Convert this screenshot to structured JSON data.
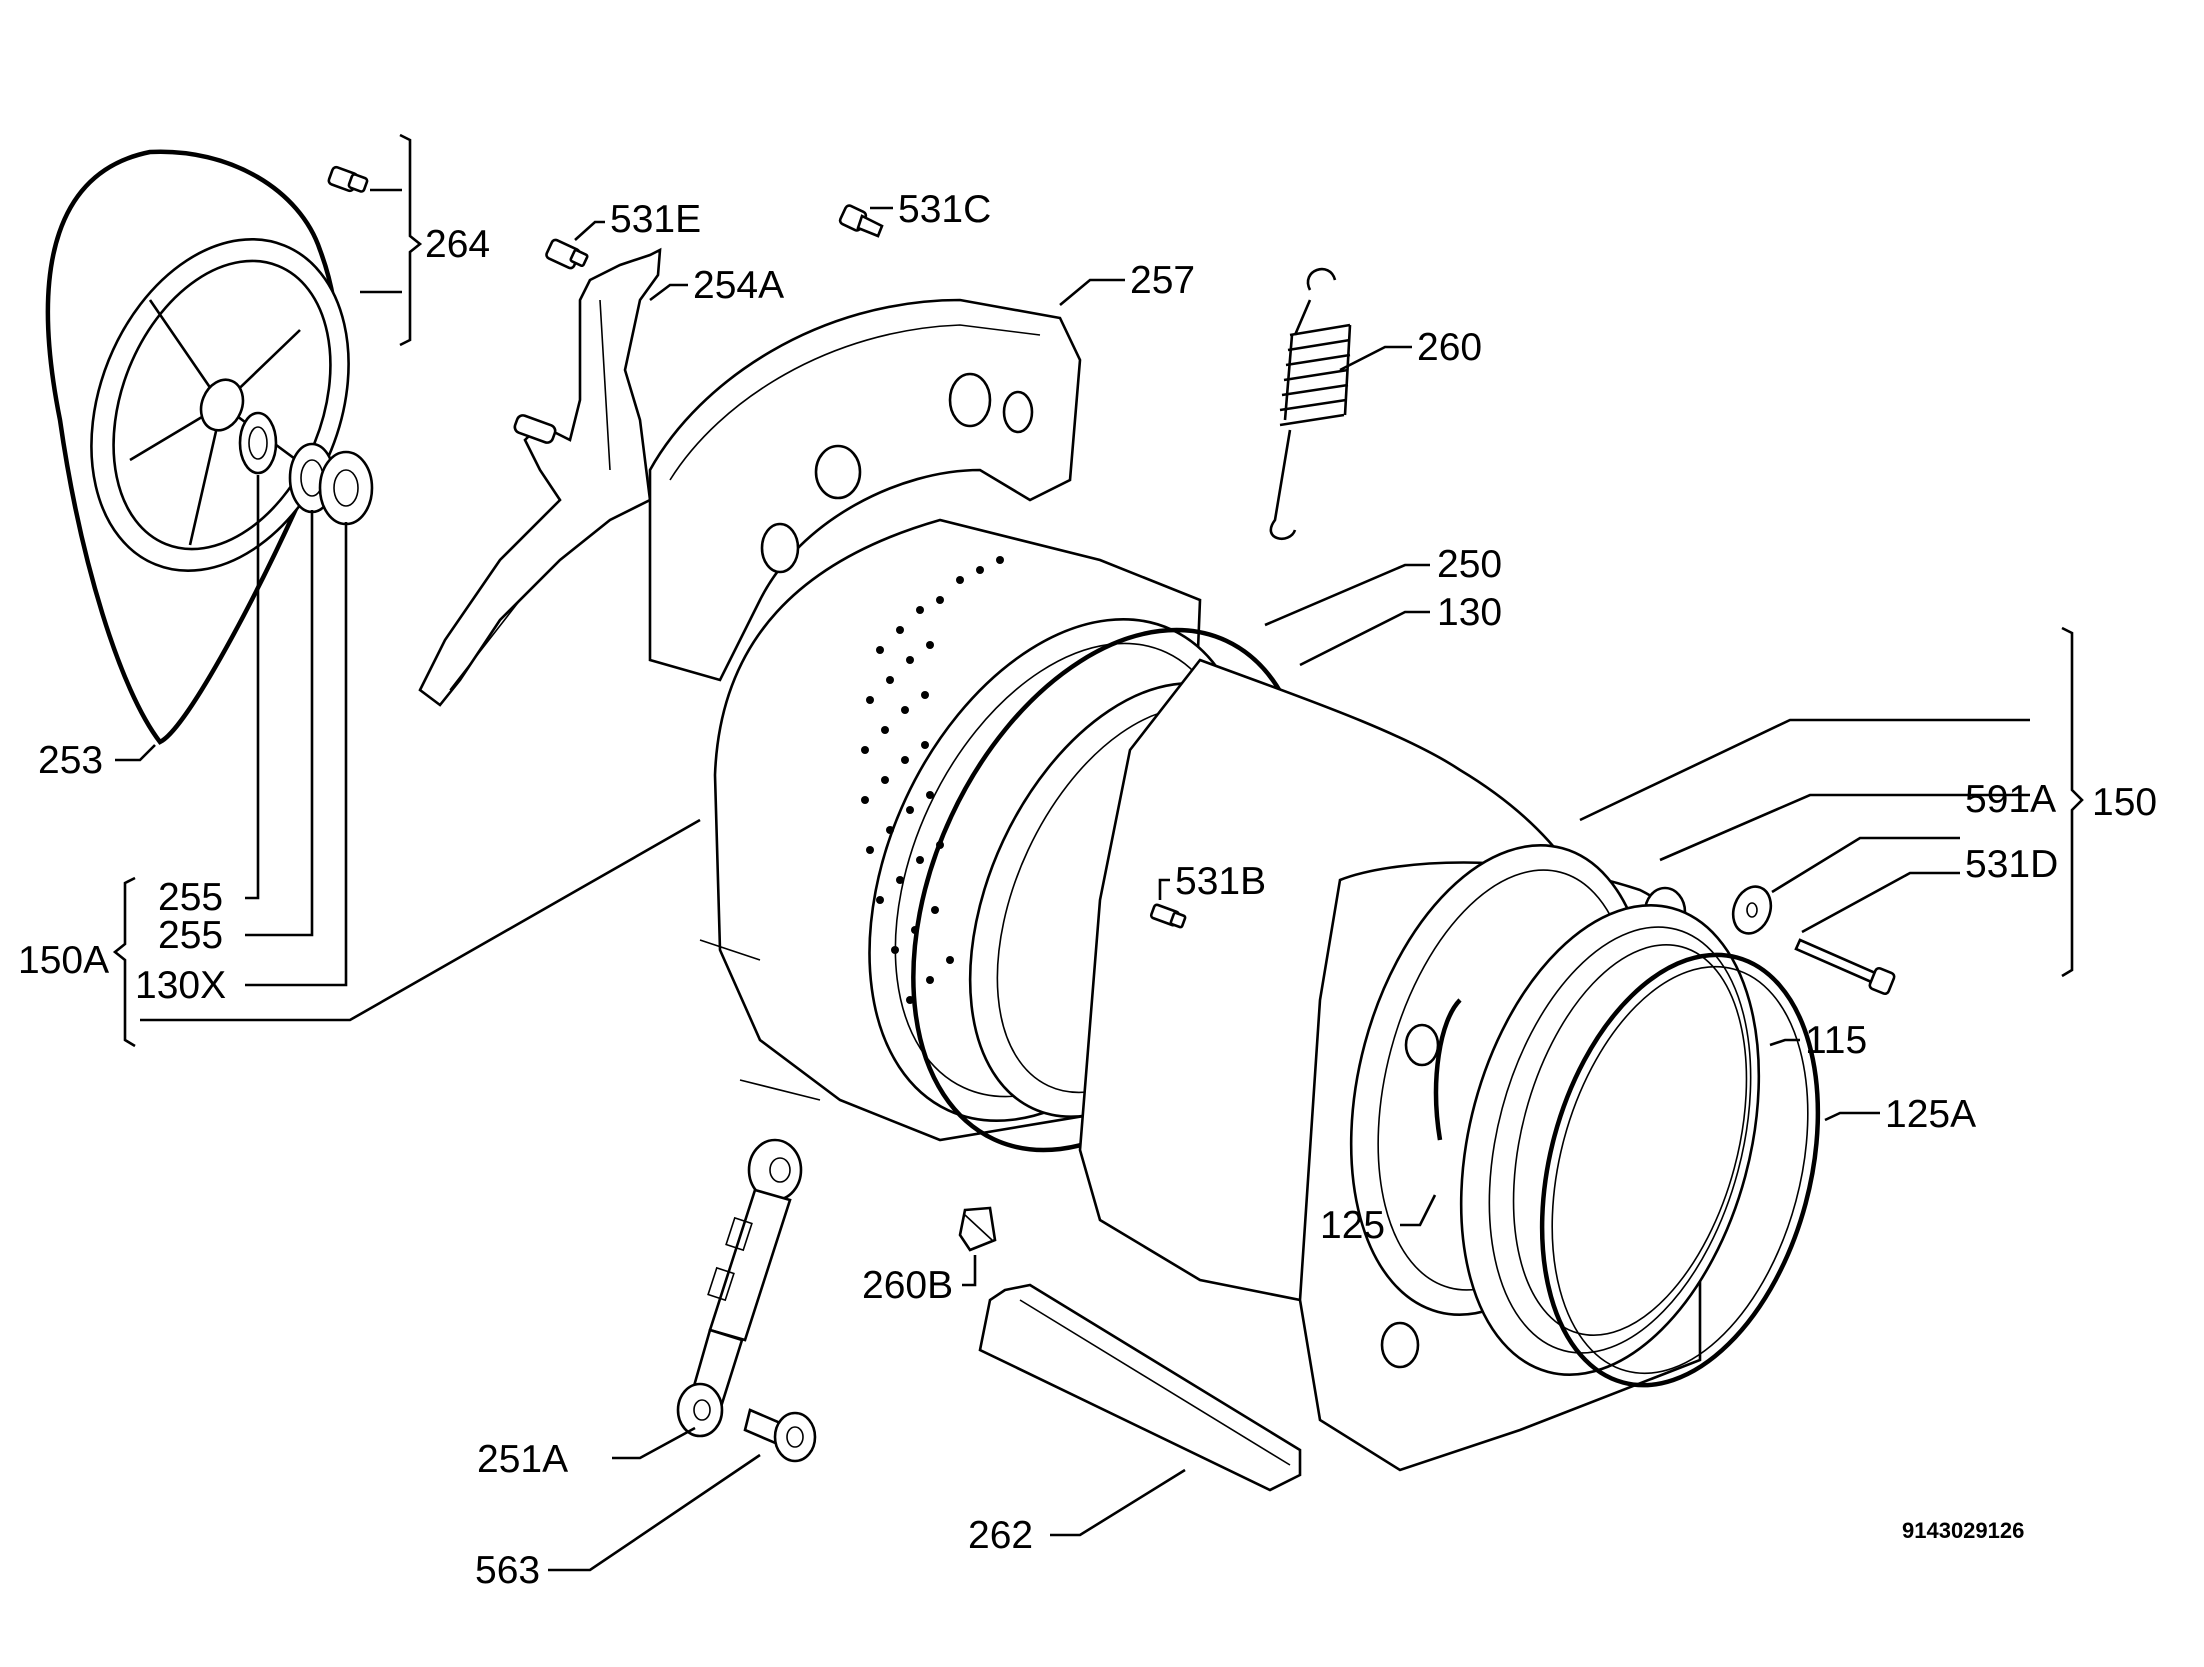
{
  "labels": {
    "l264": "264",
    "l531E": "531E",
    "l531C": "531C",
    "l254A": "254A",
    "l257": "257",
    "l260": "260",
    "l250": "250",
    "l130": "130",
    "l150": "150",
    "l591A": "591A",
    "l531D": "531D",
    "l531B": "531B",
    "l253": "253",
    "l255a": "255",
    "l255b": "255",
    "l150A": "150A",
    "l130X": "130X",
    "l115": "115",
    "l125A": "125A",
    "l125": "125",
    "l260B": "260B",
    "l251A": "251A",
    "l563": "563",
    "l262": "262"
  },
  "drawing_code": "9143029126"
}
